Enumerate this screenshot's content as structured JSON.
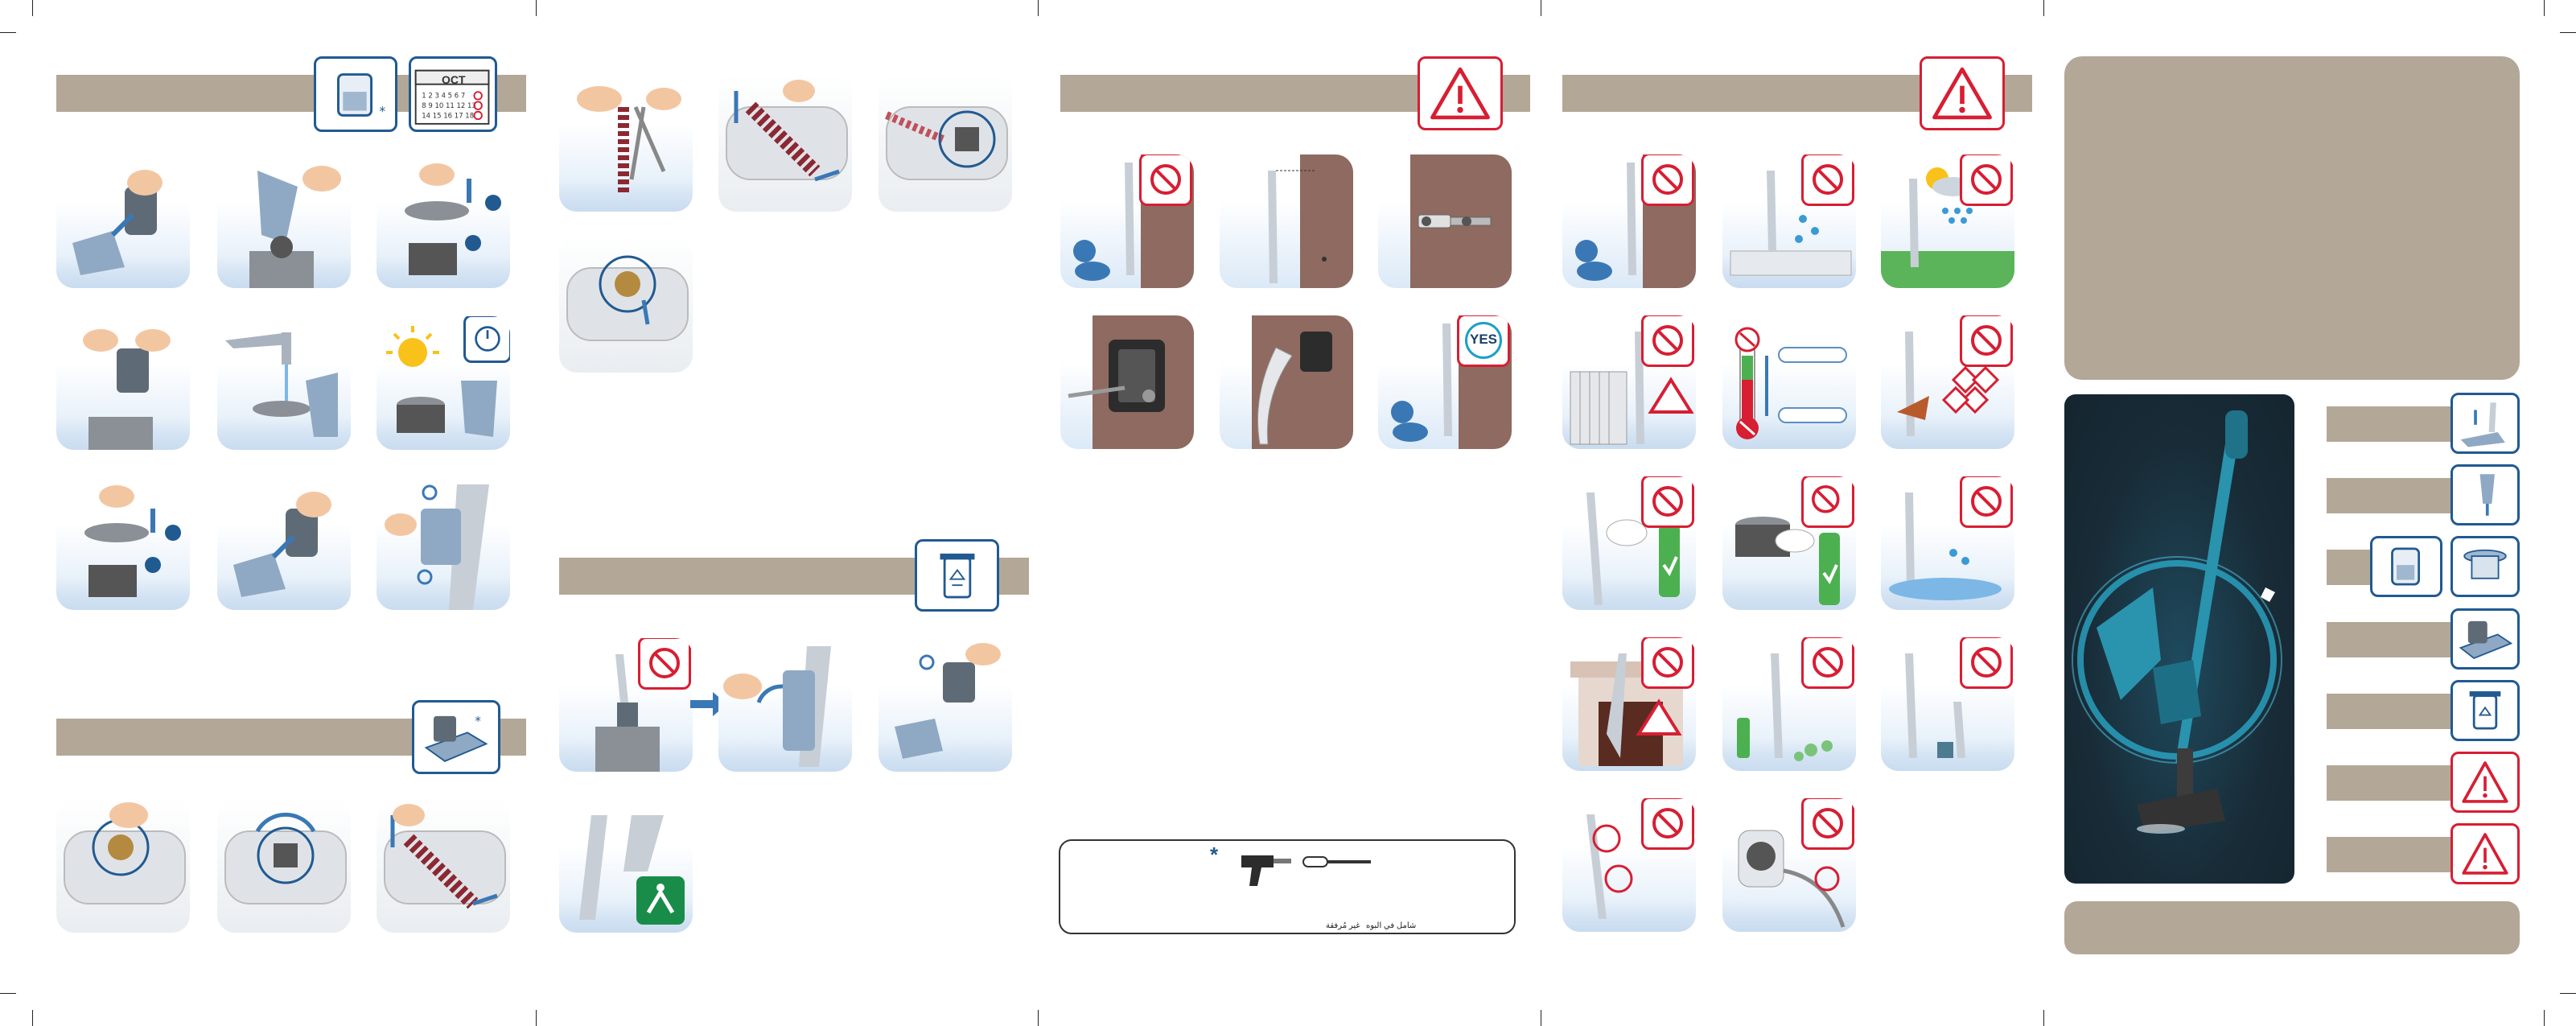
{
  "calendar_icon": {
    "month": "OCT"
  },
  "warning_yes_label": "YES",
  "notice_box": {
    "asterisk": "*",
    "note_right": "شامل في البوه",
    "note_left": "غير مُرفقة"
  },
  "colors": {
    "band": "#b3a797",
    "prohibit_red": "#d71e33",
    "icon_blue": "#215a91",
    "wall_brown": "#8e6a60",
    "product_bg": "#1b2e3a",
    "product_teal": "#2a93ad",
    "recycle_green": "#1a8c4a"
  }
}
